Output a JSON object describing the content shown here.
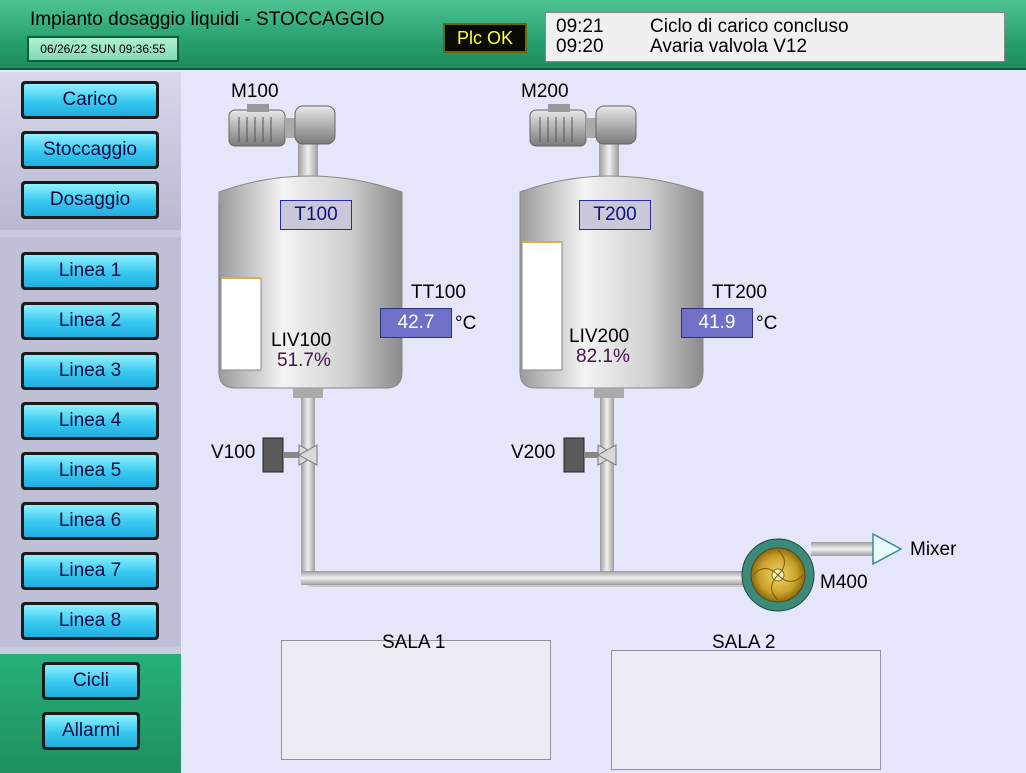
{
  "header": {
    "title": "Impianto dosaggio liquidi - STOCCAGGIO",
    "datetime": "06/26/22 SUN 09:36:55",
    "plc_status": "Plc OK"
  },
  "alarms": [
    {
      "time": "09:21",
      "message": "Ciclo di carico concluso"
    },
    {
      "time": "09:20",
      "message": "Avaria valvola V12"
    }
  ],
  "nav": {
    "main": [
      {
        "label": "Carico"
      },
      {
        "label": "Stoccaggio"
      },
      {
        "label": "Dosaggio"
      }
    ],
    "lines": [
      {
        "label": "Linea 1"
      },
      {
        "label": "Linea 2"
      },
      {
        "label": "Linea 3"
      },
      {
        "label": "Linea 4"
      },
      {
        "label": "Linea 5"
      },
      {
        "label": "Linea 6"
      },
      {
        "label": "Linea 7"
      },
      {
        "label": "Linea 8"
      }
    ],
    "bottom": [
      {
        "label": "Cicli"
      },
      {
        "label": "Allarmi"
      }
    ]
  },
  "tanks": [
    {
      "motor": "M100",
      "tag": "T100",
      "temp_tag": "TT100",
      "temp": "42.7",
      "unit": "°C",
      "level_tag": "LIV100",
      "level_text": "51.7%",
      "level": 51.7,
      "valve": "V100"
    },
    {
      "motor": "M200",
      "tag": "T200",
      "temp_tag": "TT200",
      "temp": "41.9",
      "unit": "°C",
      "level_tag": "LIV200",
      "level_text": "82.1%",
      "level": 82.1,
      "valve": "V200"
    }
  ],
  "pump": {
    "tag": "M400"
  },
  "outlet": {
    "label": "Mixer"
  },
  "rooms": [
    {
      "label": "SALA 1"
    },
    {
      "label": "SALA 2"
    }
  ],
  "colors": {
    "accent": "#27a06e",
    "button": "#38c8f0",
    "plc_text": "#ffff40",
    "temp_box": "#7070c8"
  }
}
